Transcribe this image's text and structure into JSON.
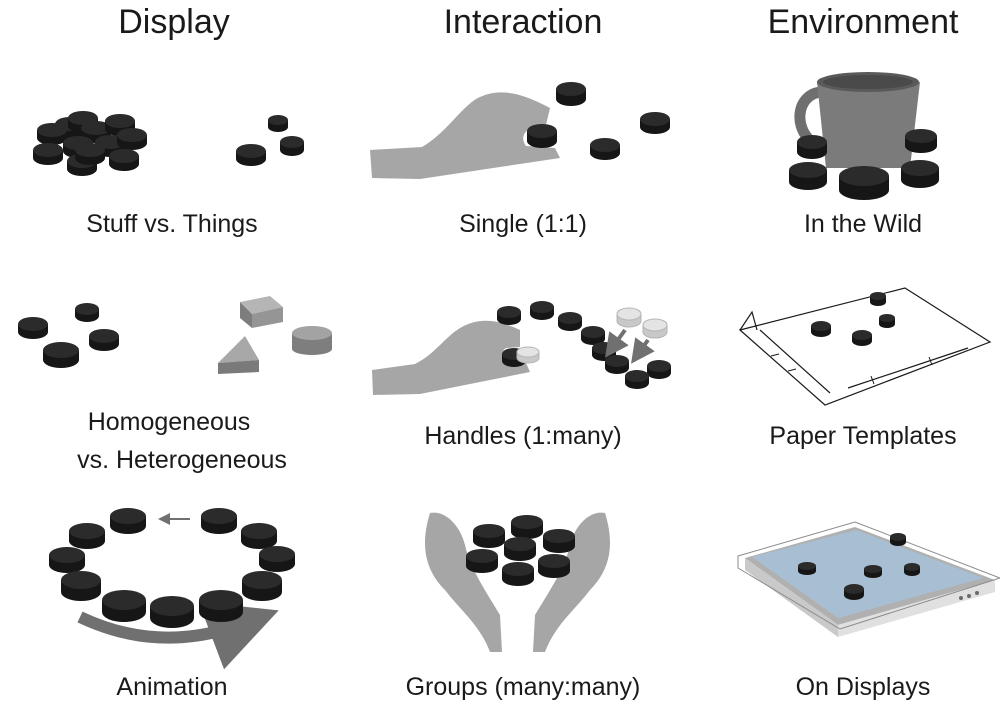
{
  "columns": {
    "display": "Display",
    "interaction": "Interaction",
    "environment": "Environment"
  },
  "cells": {
    "stuff_vs_things": "Stuff vs. Things",
    "homogeneous_line1": "Homogeneous",
    "homogeneous_line2": "vs. Heterogeneous",
    "animation": "Animation",
    "single": "Single (1:1)",
    "handles": "Handles (1:many)",
    "groups": "Groups (many:many)",
    "in_the_wild": "In the Wild",
    "paper_templates": "Paper Templates",
    "on_displays": "On Displays"
  },
  "colors": {
    "token": "#2b2b2b",
    "token_rim": "#161616",
    "hand": "#a6a6a6",
    "solid": "#8f8f8f",
    "screen": "#a8bfd3",
    "arrow": "#707070"
  }
}
